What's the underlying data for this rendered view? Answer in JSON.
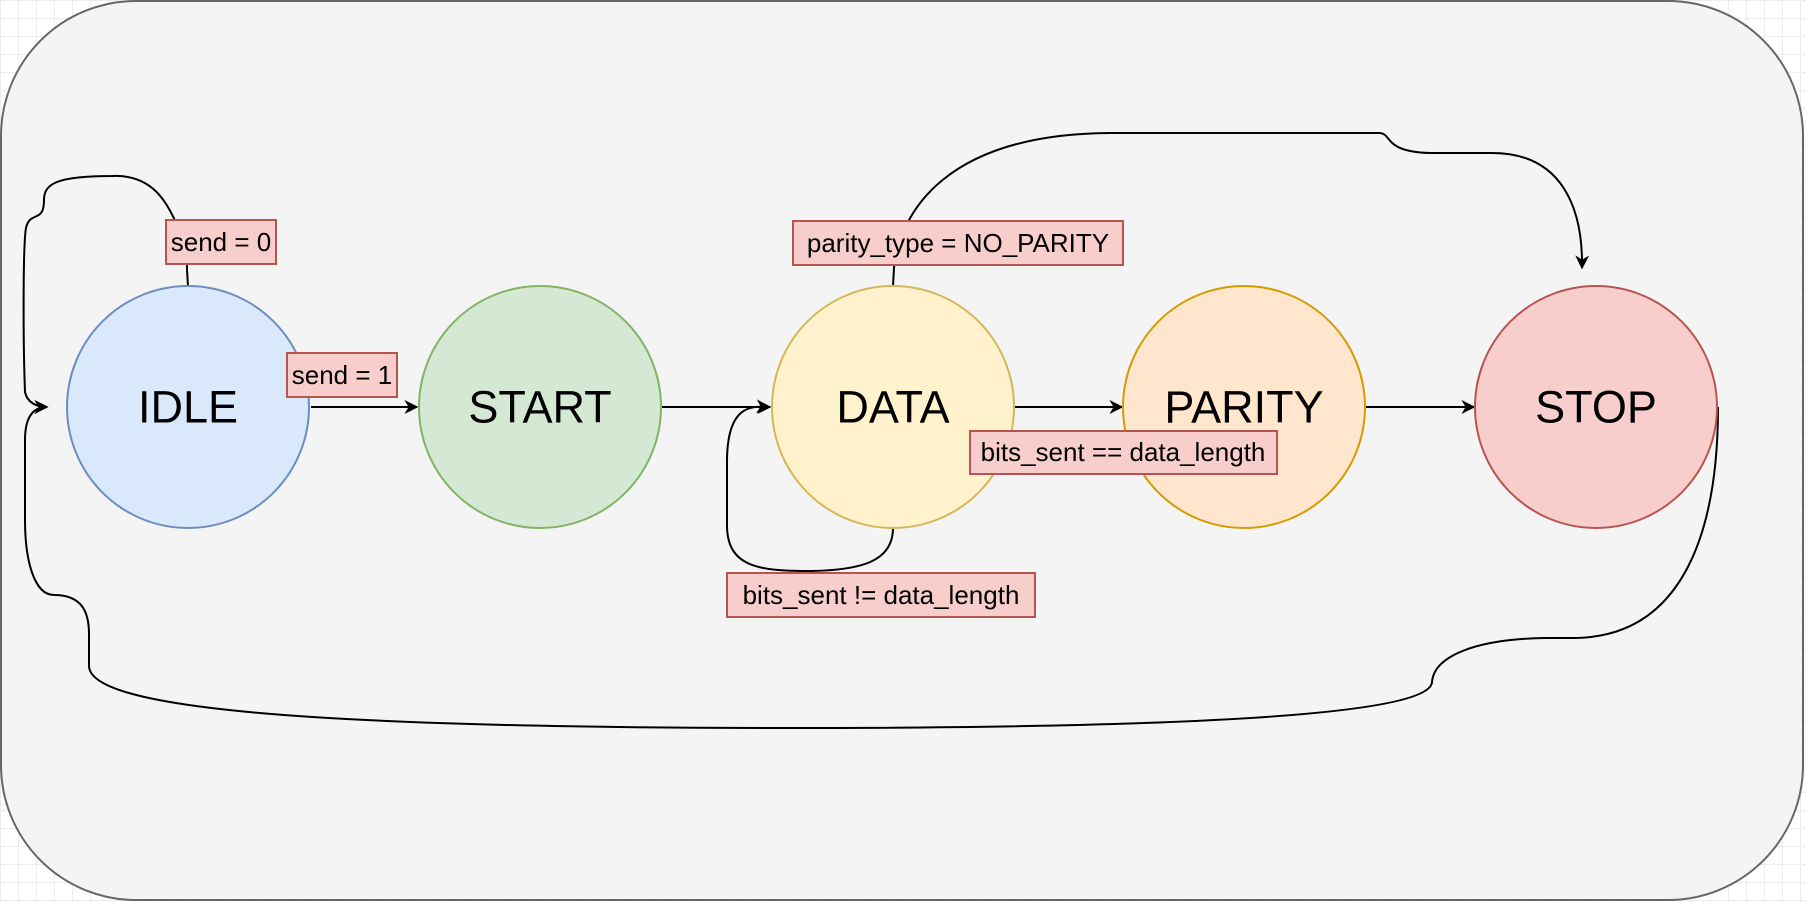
{
  "states": [
    {
      "id": "idle",
      "label": "IDLE",
      "fill": "#dae8fc",
      "stroke": "#6c8ebf"
    },
    {
      "id": "start",
      "label": "START",
      "fill": "#d5e8d4",
      "stroke": "#82b366"
    },
    {
      "id": "data",
      "label": "DATA",
      "fill": "#fff2cc",
      "stroke": "#d6b656"
    },
    {
      "id": "parity",
      "label": "PARITY",
      "fill": "#ffe6cc",
      "stroke": "#d79b00"
    },
    {
      "id": "stop",
      "label": "STOP",
      "fill": "#f8cecc",
      "stroke": "#b85450"
    }
  ],
  "conditions": {
    "idle_self": "send = 0",
    "idle_to_start": "send = 1",
    "data_to_stop": "parity_type = NO_PARITY",
    "data_to_parity": "bits_sent == data_length",
    "data_self": "bits_sent != data_length"
  },
  "colors": {
    "container_fill": "#f4f4f4",
    "container_stroke": "#666666",
    "condition_fill": "#f8cecc",
    "condition_stroke": "#b85450",
    "edge": "#000000"
  }
}
